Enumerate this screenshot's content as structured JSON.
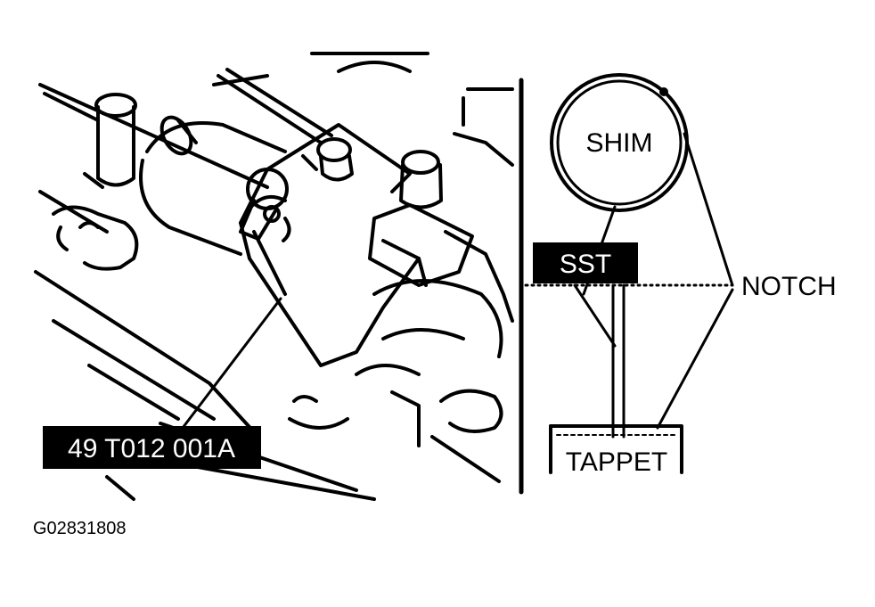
{
  "labels": {
    "shim": "SHIM",
    "sst": "SST",
    "notch": "NOTCH",
    "tappet": "TAPPET",
    "tool_number": "49 T012 001A"
  },
  "figure_id": "G02831808",
  "colors": {
    "ink": "#000000",
    "paper": "#ffffff"
  }
}
